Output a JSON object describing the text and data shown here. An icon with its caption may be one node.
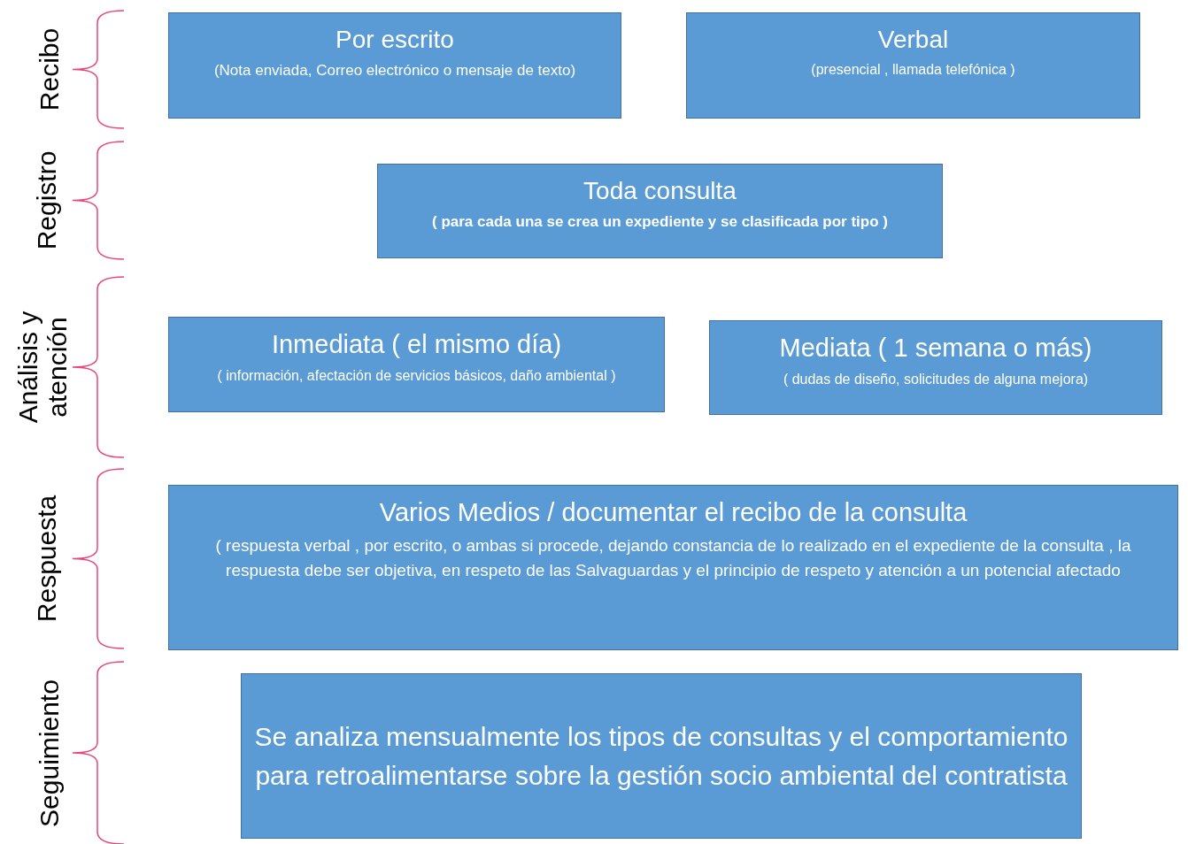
{
  "diagram": {
    "nodes": [
      {
        "text": [
          "Por escrito",
          "(Nota enviada, Correo electrónico o mensaje de texto)"
        ]
      },
      {
        "text": [
          "Verbal",
          "(presencial , llamada telefónica )"
        ]
      },
      {
        "text": [
          "Toda consulta",
          "( para cada una se crea un expediente y se clasificada por tipo )"
        ]
      },
      {
        "text": [
          "Inmediata ( el mismo día)",
          "( información, afectación de servicios básicos, daño ambiental )"
        ]
      },
      {
        "text": [
          "Mediata ( 1 semana o más)",
          "( dudas de diseño, solicitudes de alguna mejora)"
        ]
      },
      {
        "text": [
          "Varios Medios / documentar el recibo de la consulta",
          "( respuesta verbal , por escrito, o ambas si procede, dejando constancia de lo realizado en el expediente de la consulta , la respuesta debe ser objetiva, en respeto de las Salvaguardas y el principio de respeto y atención a un potencial afectado"
        ]
      },
      {
        "text": [
          "Se analiza mensualmente los tipos de consultas y el comportamiento para retroalimentarse sobre la gestión socio ambiental del contratista"
        ]
      }
    ],
    "labels": [
      "Recibo",
      "Registro",
      "Análisis y atención",
      "Respuesta",
      "Seguimiento"
    ]
  }
}
